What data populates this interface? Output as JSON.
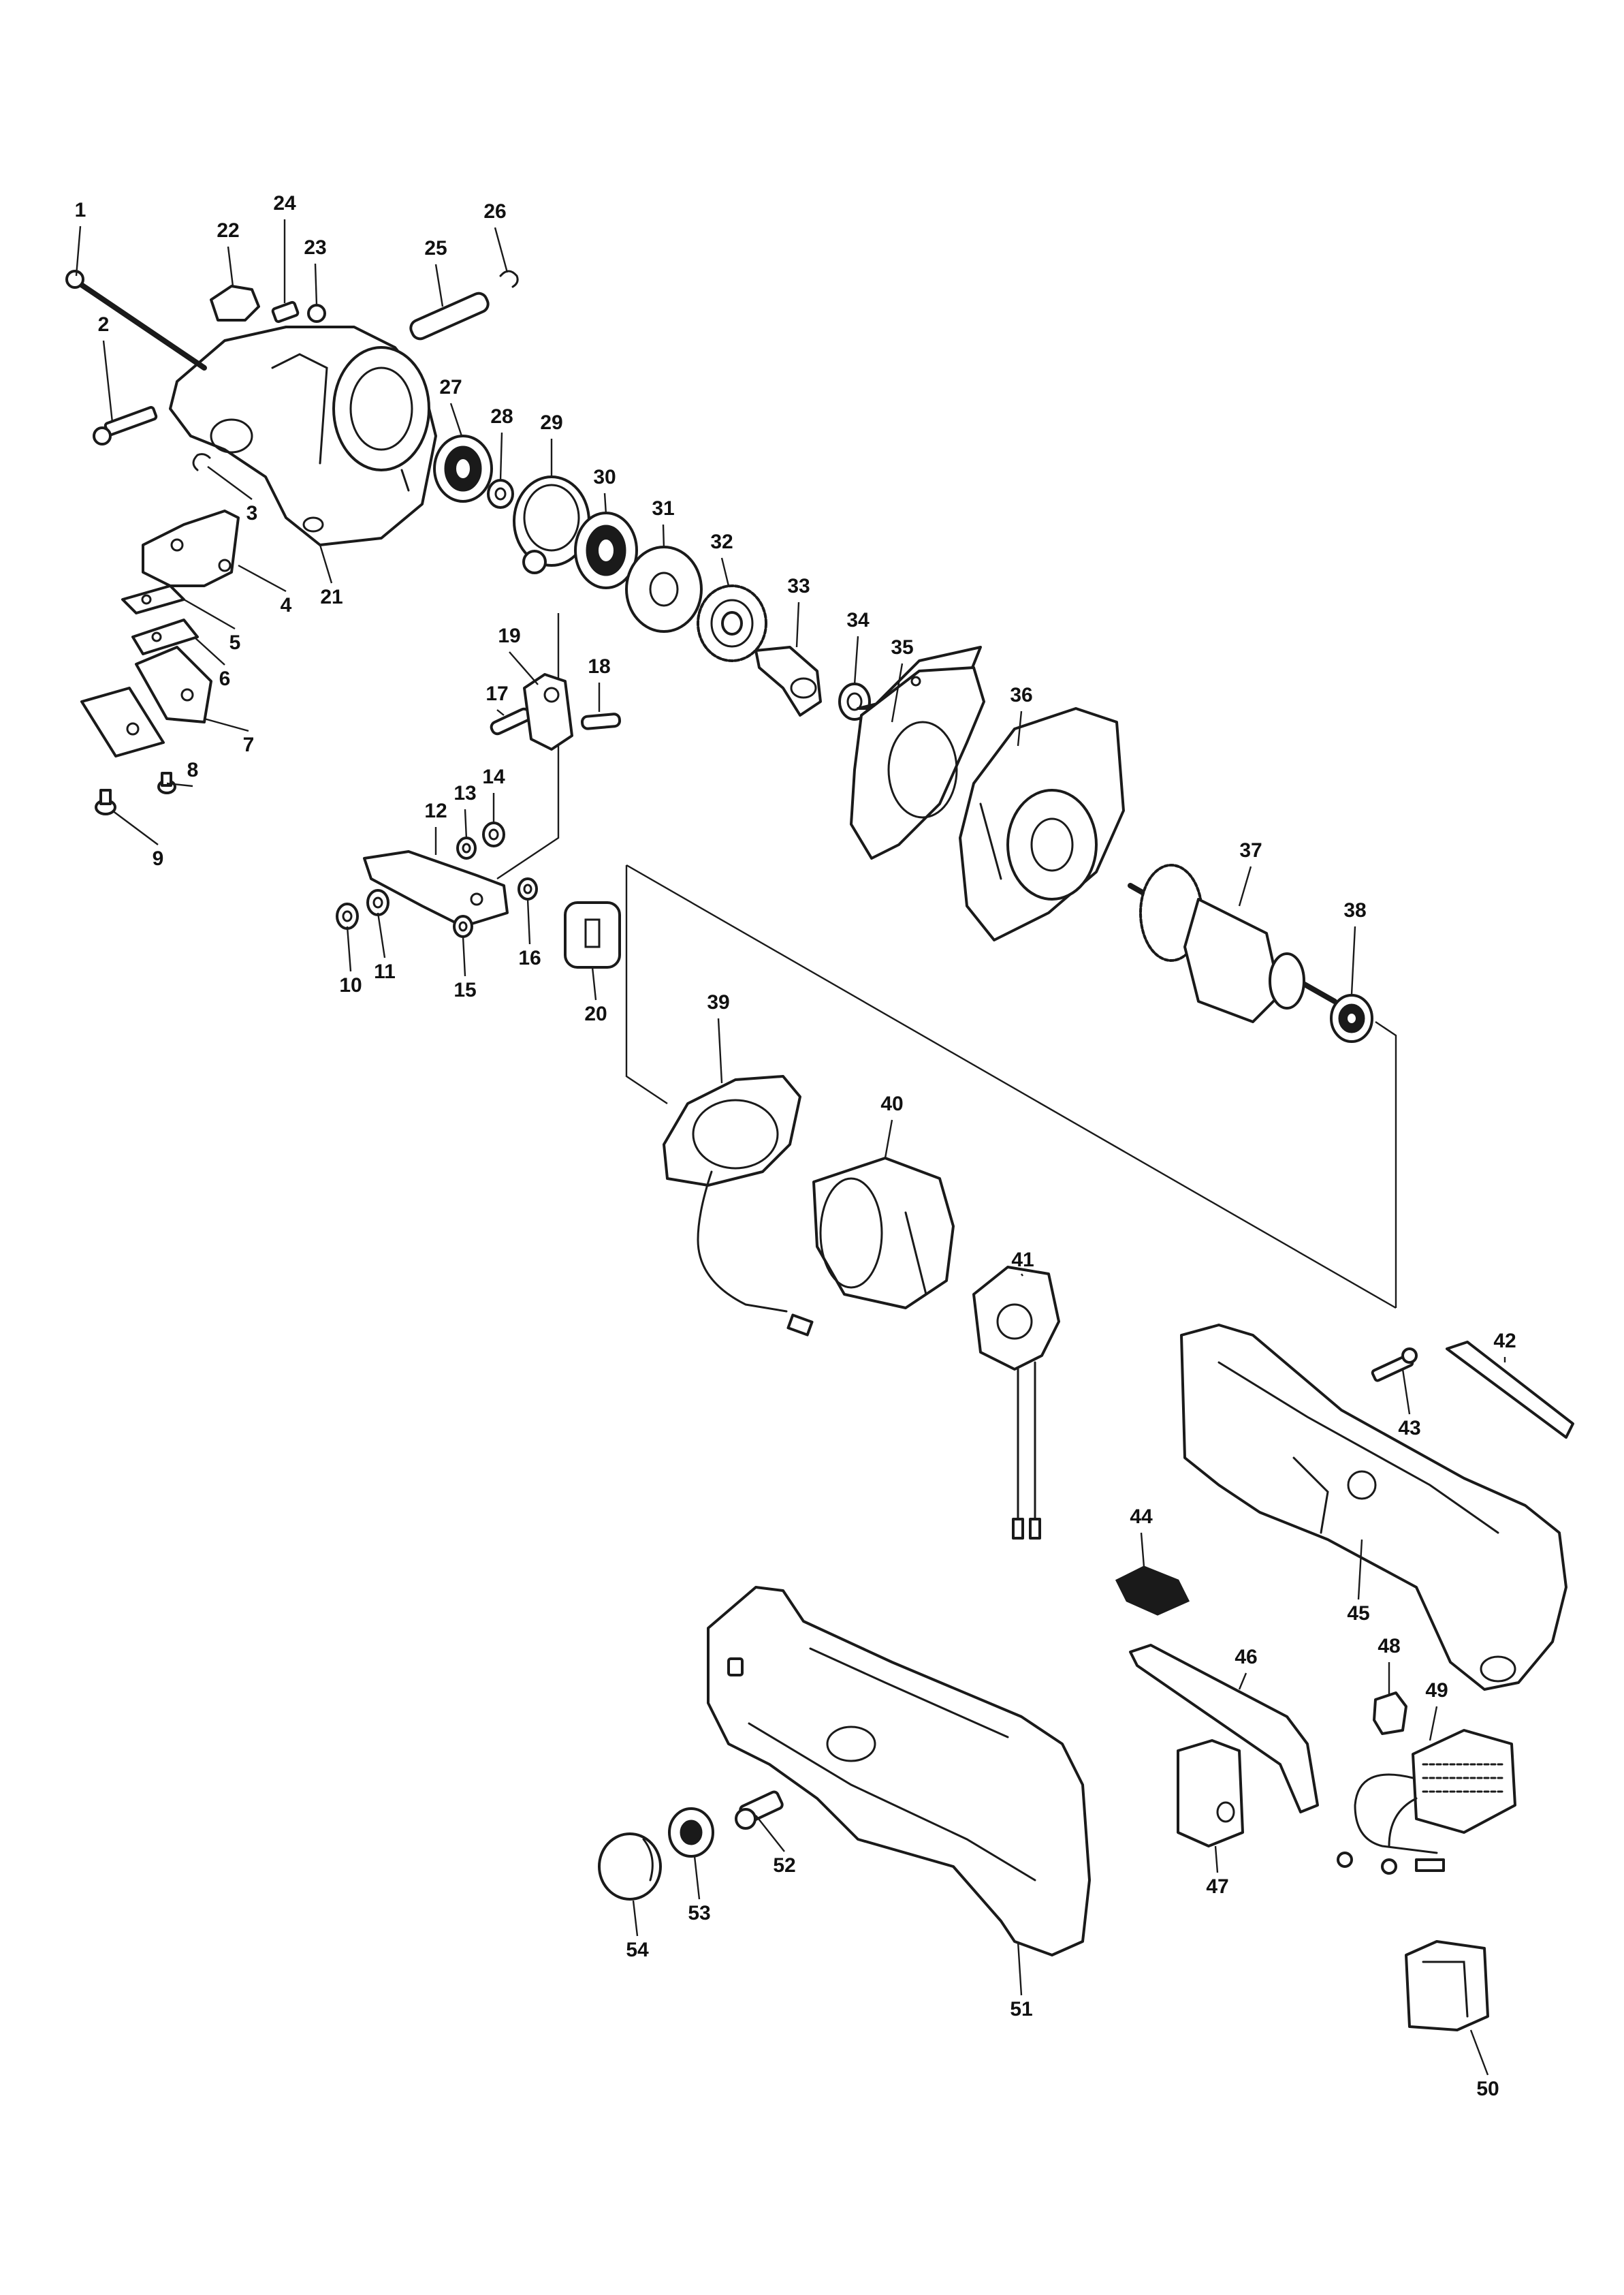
{
  "diagram": {
    "type": "exploded-parts-view",
    "callouts": [
      "1",
      "2",
      "3",
      "4",
      "5",
      "6",
      "7",
      "8",
      "9",
      "10",
      "11",
      "12",
      "13",
      "14",
      "15",
      "16",
      "17",
      "18",
      "19",
      "20",
      "21",
      "22",
      "23",
      "24",
      "25",
      "26",
      "27",
      "28",
      "29",
      "30",
      "31",
      "32",
      "33",
      "34",
      "35",
      "36",
      "37",
      "38",
      "39",
      "40",
      "41",
      "42",
      "43",
      "44",
      "45",
      "46",
      "47",
      "48",
      "49",
      "50",
      "51",
      "52",
      "53",
      "54"
    ]
  }
}
